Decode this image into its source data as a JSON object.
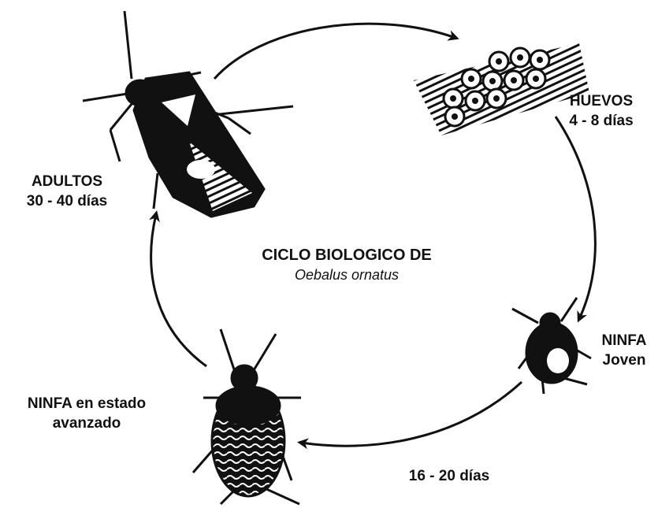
{
  "center": {
    "title": "CICLO BIOLOGICO DE",
    "species": "Oebalus ornatus"
  },
  "stages": {
    "huevos": {
      "name": "HUEVOS",
      "duration": "4 - 8 días"
    },
    "ninfa_joven": {
      "line1": "NINFA",
      "line2": "Joven"
    },
    "interval": {
      "duration": "16 - 20 días"
    },
    "ninfa_avanzada": {
      "line1": "NINFA en estado",
      "line2": "avanzado"
    },
    "adultos": {
      "name": "ADULTOS",
      "duration": "30 - 40 días"
    }
  },
  "colors": {
    "ink": "#111111",
    "background": "#ffffff"
  },
  "icons": [
    "adult-bug-icon",
    "eggs-icon",
    "young-nymph-icon",
    "advanced-nymph-icon",
    "cycle-arrow-icon"
  ]
}
